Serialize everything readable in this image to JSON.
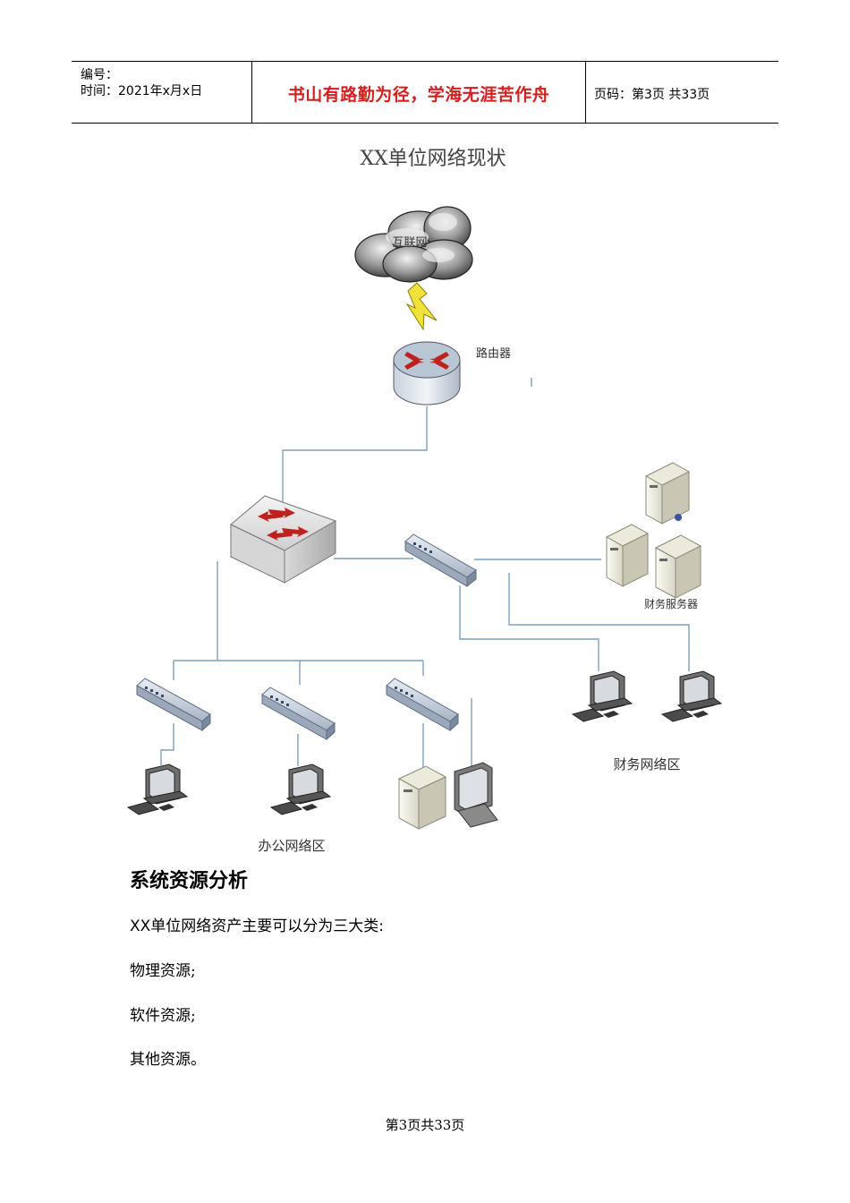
{
  "header": {
    "number_label": "编号：",
    "date_line": "时间：2021年x月x日",
    "motto": "书山有路勤为径，学海无涯苦作舟",
    "page_info": "页码：第3页  共33页"
  },
  "diagram": {
    "title": "XX单位网络现状",
    "internet_label": "互联网",
    "router_label": "路由器",
    "finance_server_label": "财务服务器",
    "finance_zone_label": "财务网络区",
    "office_zone_label": "办公网络区"
  },
  "section": {
    "title": "系统资源分析",
    "intro": "XX单位网络资产主要可以分为三大类:",
    "items": [
      "物理资源;",
      "软件资源;",
      "其他资源。"
    ]
  },
  "footer": {
    "text": "第3页共33页"
  },
  "colors": {
    "motto": "#d21f1f",
    "link_line": "#7f9fbf",
    "arrow_red": "#c0201e"
  }
}
